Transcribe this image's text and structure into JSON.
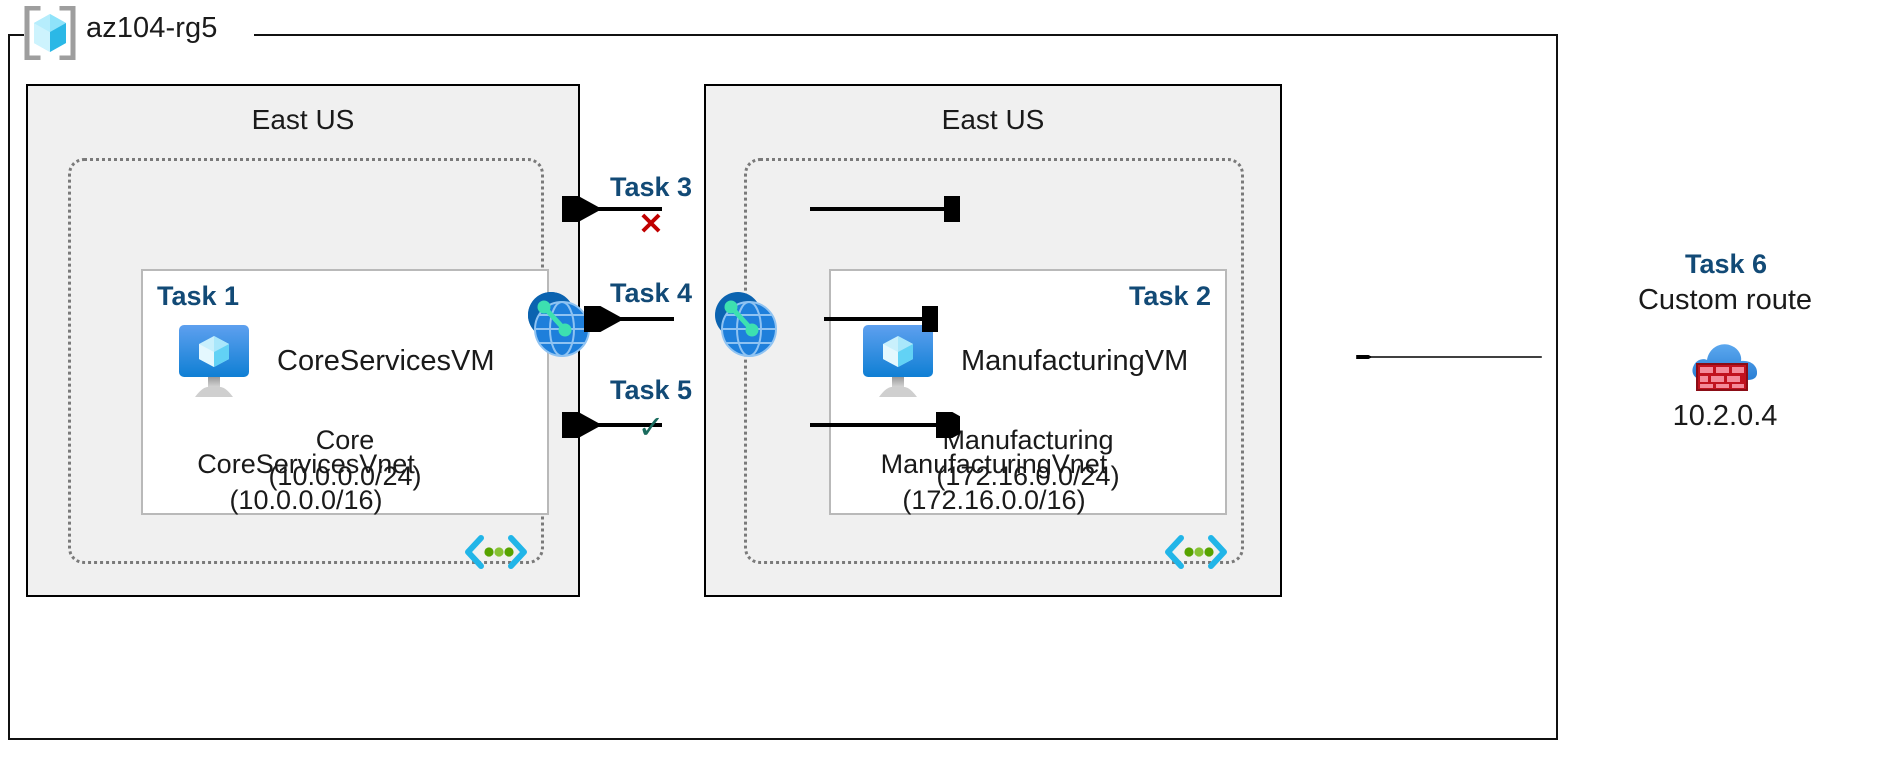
{
  "resource_group": {
    "name": "az104-rg5",
    "icon": "resource-group-icon"
  },
  "regions": [
    {
      "id": "left",
      "title": "East US",
      "vnet": {
        "name": "CoreServicesVnet",
        "address_space": "(10.0.0.0/16)",
        "icon": "vnet-icon"
      },
      "subnet": {
        "task_tag": "Task 1",
        "vm_name": "CoreServicesVM",
        "vm_icon": "virtual-machine-icon",
        "subnet_name": "Core",
        "subnet_prefix": "(10.0.0.0/24)"
      },
      "peering_icon": "vnet-peering-icon"
    },
    {
      "id": "right",
      "title": "East US",
      "vnet": {
        "name": "ManufacturingVnet",
        "address_space": "(172.16.0.0/16)",
        "icon": "vnet-icon"
      },
      "subnet": {
        "task_tag": "Task 2",
        "vm_name": "ManufacturingVM",
        "vm_icon": "virtual-machine-icon",
        "subnet_name": "Manufacturing",
        "subnet_prefix": "(172.16.0.0/24)"
      },
      "peering_icon": "vnet-peering-icon"
    }
  ],
  "connectors": [
    {
      "id": "task3",
      "label": "Task 3",
      "mark": "✕",
      "mark_type": "fail",
      "mark_color": "#c00000"
    },
    {
      "id": "task4",
      "label": "Task 4",
      "mark": "",
      "mark_type": "none",
      "mark_color": ""
    },
    {
      "id": "task5",
      "label": "Task 5",
      "mark": "✓",
      "mark_type": "success",
      "mark_color": "#1a6b5e"
    }
  ],
  "task6": {
    "label": "Task 6",
    "description": "Custom route",
    "icon": "firewall-icon",
    "ip_address": "10.2.0.4"
  },
  "colors": {
    "task_label": "#124a76",
    "region_fill": "#f0f0f0",
    "region_border": "#000000",
    "vnet_border": "#7a7a7a",
    "subnet_border": "#b9b9b9",
    "fail": "#c00000",
    "success": "#1a6b5e",
    "azure_blue": "#1e8bdc"
  }
}
